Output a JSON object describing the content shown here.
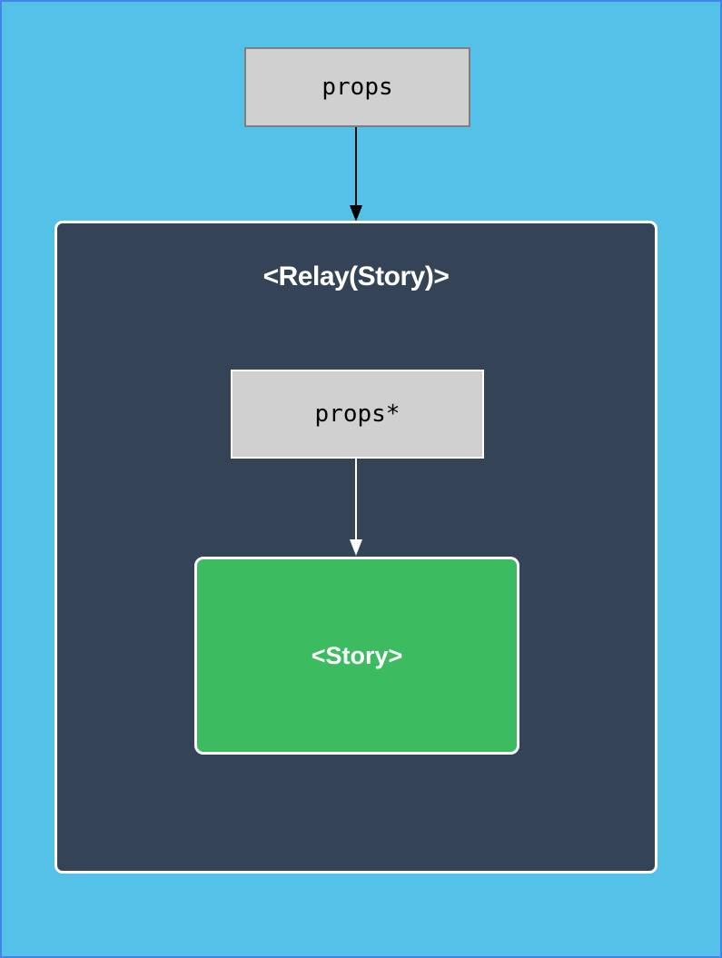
{
  "diagram": {
    "props_box": {
      "label": "props"
    },
    "relay_panel": {
      "title": "<Relay(Story)>"
    },
    "inner_props_box": {
      "label": "props*"
    },
    "story_box": {
      "label": "<Story>"
    }
  },
  "colors": {
    "page_bg": "#53c1e8",
    "page_border": "#4285e4",
    "panel_bg": "#344456",
    "panel_border": "#ffffff",
    "gray_box_bg": "#d0d0d0",
    "gray_box_border": "#7f7f7f",
    "inner_box_border": "#ffffff",
    "story_bg": "#3dbb61",
    "story_border": "#ffffff",
    "arrow_dark": "#000000",
    "arrow_light": "#ffffff",
    "text_dark": "#000000",
    "text_light": "#ffffff"
  }
}
